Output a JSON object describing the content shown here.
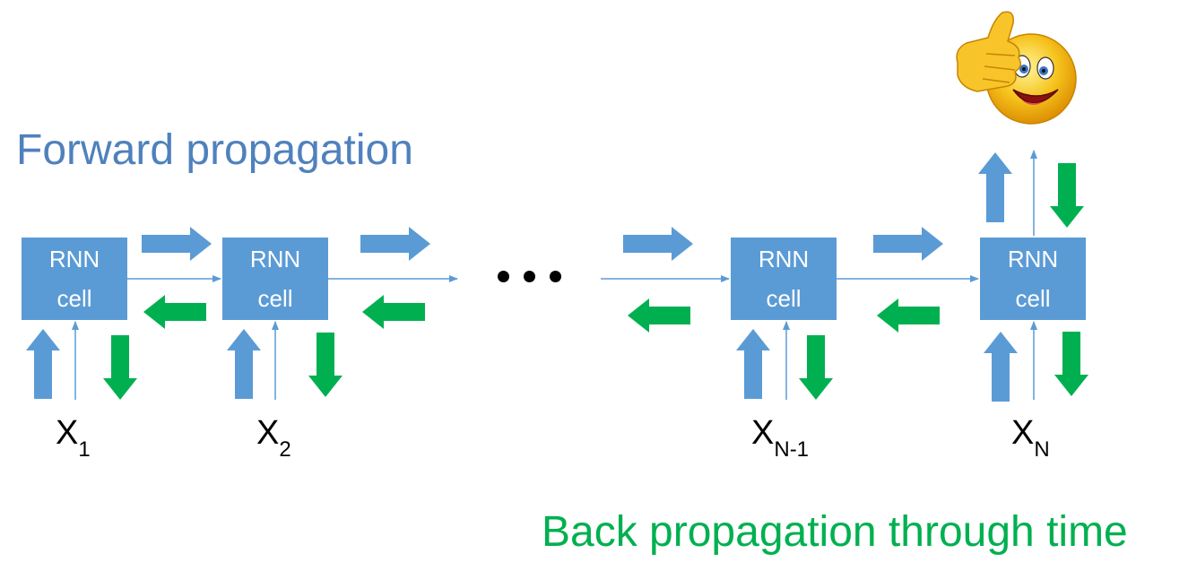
{
  "forward_title": "Forward propagation",
  "back_title": "Back propagation through time",
  "cells": [
    {
      "line1": "RNN",
      "line2": "cell"
    },
    {
      "line1": "RNN",
      "line2": "cell"
    },
    {
      "line1": "RNN",
      "line2": "cell"
    },
    {
      "line1": "RNN",
      "line2": "cell"
    }
  ],
  "inputs": [
    {
      "base": "X",
      "sub": "1"
    },
    {
      "base": "X",
      "sub": "2"
    },
    {
      "base": "X",
      "sub": "N-1"
    },
    {
      "base": "X",
      "sub": "N"
    }
  ],
  "ellipsis": "...",
  "colors": {
    "cell": "#5b9bd5",
    "forward_arrow": "#5b9bd5",
    "backward_arrow": "#00b050",
    "forward_text": "#4f81bd",
    "back_text": "#00b050"
  },
  "icons": [
    "thumbs-up-smiley-icon"
  ]
}
